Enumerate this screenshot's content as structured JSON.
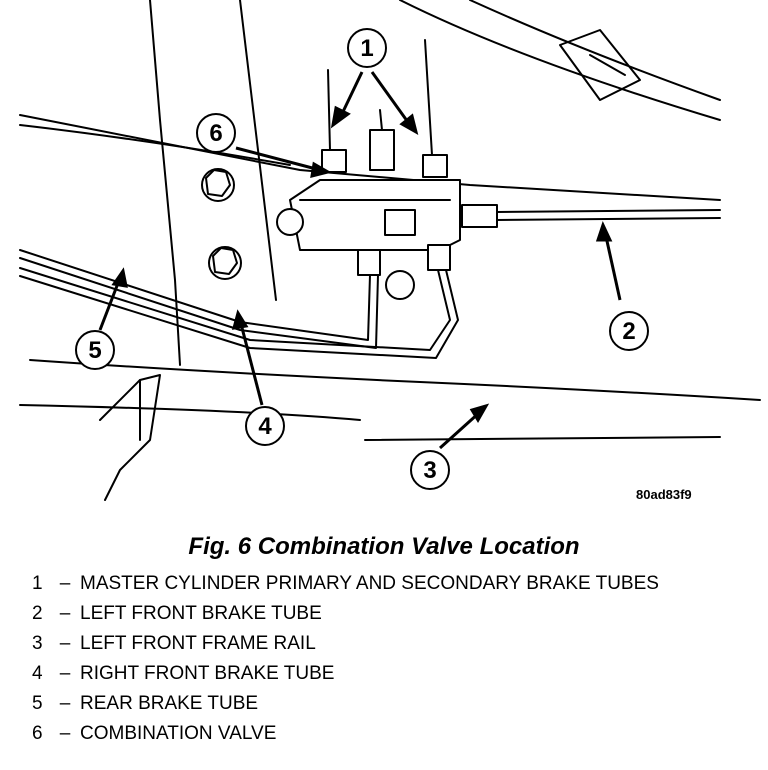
{
  "figure": {
    "reference_code": "80ad83f9",
    "caption": "Fig. 6 Combination Valve Location",
    "callouts": [
      {
        "number": "1",
        "label": "MASTER CYLINDER PRIMARY AND SECONDARY BRAKE TUBES"
      },
      {
        "number": "2",
        "label": "LEFT FRONT BRAKE TUBE"
      },
      {
        "number": "3",
        "label": "LEFT FRONT FRAME RAIL"
      },
      {
        "number": "4",
        "label": "RIGHT FRONT BRAKE TUBE"
      },
      {
        "number": "5",
        "label": "REAR BRAKE TUBE"
      },
      {
        "number": "6",
        "label": "COMBINATION VALVE"
      }
    ],
    "separator": "–"
  }
}
